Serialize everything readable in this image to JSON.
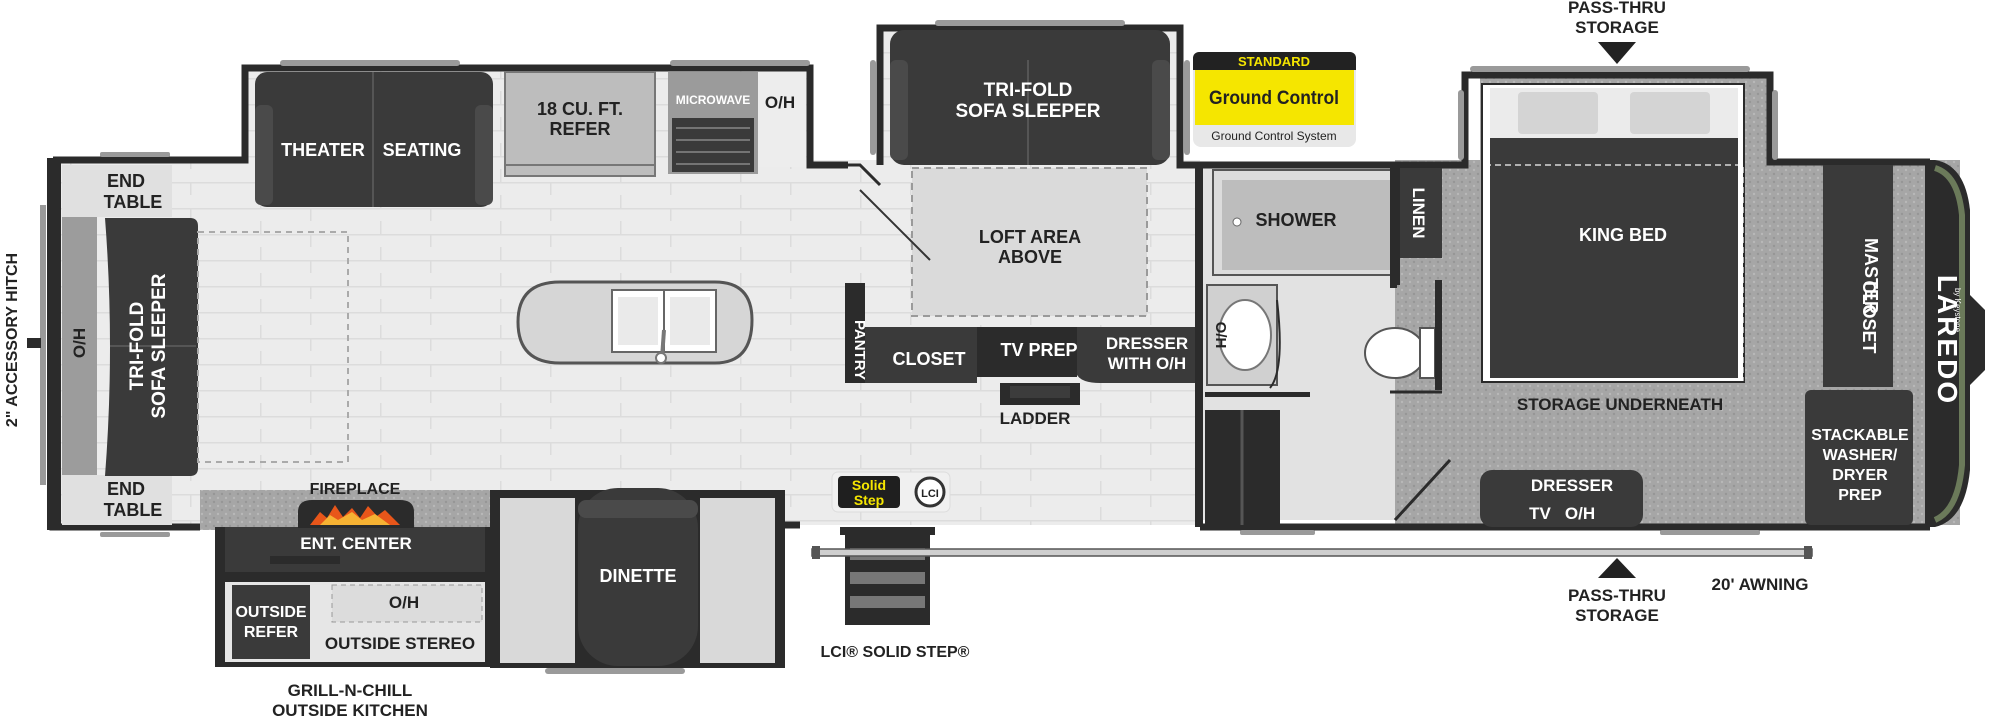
{
  "labels": {
    "accessory_hitch": "2\" ACCESSORY HITCH",
    "oh_front": "O/H",
    "sofa_front_1": "TRI-FOLD",
    "sofa_front_2": "SOFA SLEEPER",
    "end_table_top_1": "END",
    "end_table_top_2": "TABLE",
    "end_table_bottom_1": "END",
    "end_table_bottom_2": "TABLE",
    "theater": "THEATER",
    "seating": "SEATING",
    "refer_1": "18 CU. FT.",
    "refer_2": "REFER",
    "microwave": "MICROWAVE",
    "oh_kitchen": "O/H",
    "sofa_slide_1": "TRI-FOLD",
    "sofa_slide_2": "SOFA SLEEPER",
    "loft_1": "LOFT AREA",
    "loft_2": "ABOVE",
    "pantry": "PANTRY",
    "closet": "CLOSET",
    "tv_prep": "TV PREP",
    "dresser_oh_1": "DRESSER",
    "dresser_oh_2": "WITH O/H",
    "ladder": "LADDER",
    "fireplace": "FIREPLACE",
    "ent_center": "ENT. CENTER",
    "oh_outside": "O/H",
    "outside_refer_1": "OUTSIDE",
    "outside_refer_2": "REFER",
    "outside_stereo": "OUTSIDE STEREO",
    "outside_kitchen_1": "GRILL-N-CHILL",
    "outside_kitchen_2": "OUTSIDE KITCHEN",
    "dinette": "DINETTE",
    "solid_step_logo_1": "Solid",
    "solid_step_logo_2": "Step",
    "lci_logo": "LCI",
    "lci_solid_step": "LCI® SOLID STEP®",
    "gc_standard": "STANDARD",
    "gc_logo": "Ground Control",
    "gc_system": "Ground Control System",
    "shower": "SHOWER",
    "linen": "LINEN",
    "oh_bath": "O/H",
    "pass_thru_top_1": "PASS-THRU",
    "pass_thru_top_2": "STORAGE",
    "king_bed": "KING BED",
    "storage_underneath": "STORAGE UNDERNEATH",
    "master_closet_1": "MASTER",
    "master_closet_2": "CLOSET",
    "washer_1": "STACKABLE",
    "washer_2": "WASHER/",
    "washer_3": "DRYER",
    "washer_4": "PREP",
    "dresser_bed": "DRESSER",
    "tv_bed": "TV",
    "oh_bed": "O/H",
    "pass_thru_bottom_1": "PASS-THRU",
    "pass_thru_bottom_2": "STORAGE",
    "awning": "20' AWNING",
    "brand": "LAREDO",
    "brand_sub": "by Keystone"
  },
  "colors": {
    "wall": "#2b2b2b",
    "floor": "#e4e4e4",
    "carpet": "#a9a9a9",
    "dark_furniture": "#3a3a3a",
    "gc_yellow": "#f5e600"
  }
}
